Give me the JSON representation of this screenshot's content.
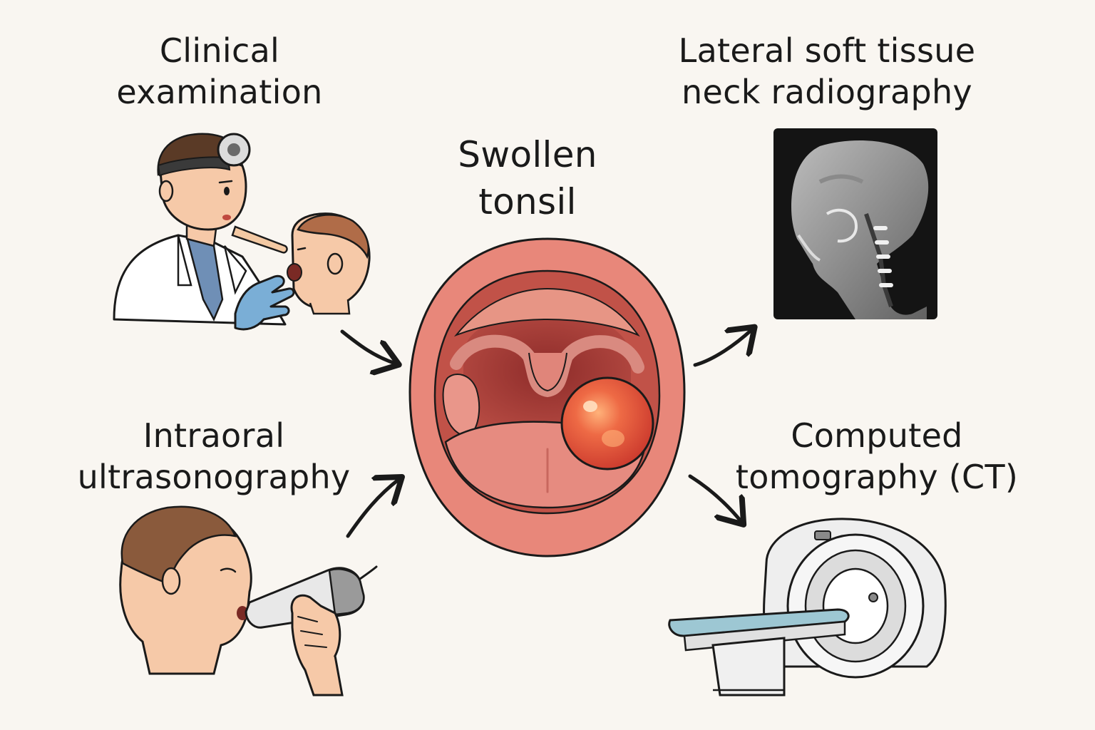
{
  "labels": {
    "clinical": [
      "Clinical",
      "examination"
    ],
    "intraoral": [
      "Intraoral",
      "ultrasonography"
    ],
    "swollen": [
      "Swollen",
      "tonsil"
    ],
    "radiography": [
      "Lateral soft tissue",
      "neck radiography"
    ],
    "ct": [
      "Computed",
      "tomography (CT)"
    ]
  },
  "colors": {
    "background": "#f9f6f1",
    "ink": "#1a1a1a",
    "lip": "#e8877a",
    "throat": "#a8403a",
    "tonsil": "#e0533d",
    "glove": "#7aaed6",
    "coat": "#ffffff",
    "skin": "#f6c9a8",
    "hair": "#8a5a3c",
    "scanner": "#eeeeee",
    "xray_bg": "#141414"
  },
  "icons": [
    "doctor-examining-child-icon",
    "ultrasound-probe-icon",
    "open-mouth-tonsil-icon",
    "xray-skull-icon",
    "ct-scanner-icon"
  ]
}
